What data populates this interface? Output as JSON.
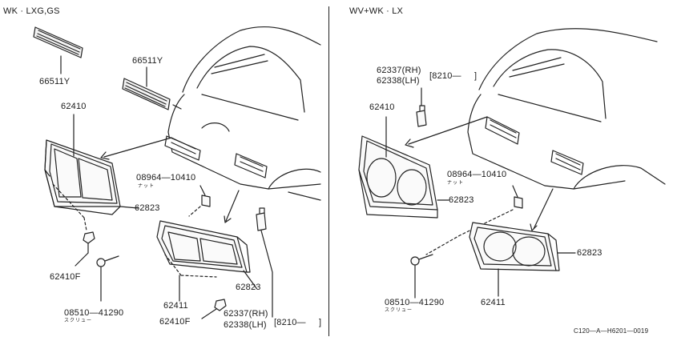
{
  "left_panel": {
    "header": "WK · LXG,GS",
    "labels": {
      "grille_a": "66511Y",
      "grille_b": "66511Y",
      "lamp_housing": "62410",
      "nut_part": "08964—10410",
      "nut_caption": "ナット",
      "gasket": "62823",
      "clip": "62410F",
      "screw_part": "08510—41290",
      "screw_caption": "スクリュー",
      "finisher": "62411",
      "gasket_2": "62823",
      "clip_2": "62410F",
      "socket_rh": "62337(RH)",
      "socket_lh": "62338(LH)",
      "date_code": "[8210—",
      "date_end": "]"
    }
  },
  "right_panel": {
    "header": "WV+WK · LX",
    "labels": {
      "socket_rh": "62337(RH)",
      "socket_lh": "62338(LH)",
      "date_code": "[8210—",
      "date_end": "]",
      "lamp_housing": "62410",
      "nut_part": "08964—10410",
      "nut_caption": "ナット",
      "gasket": "62823",
      "gasket_2": "62823",
      "screw_part": "08510—41290",
      "screw_caption": "スクリュー",
      "finisher": "62411"
    }
  },
  "footer_code": "C120—A—H6201—0019"
}
